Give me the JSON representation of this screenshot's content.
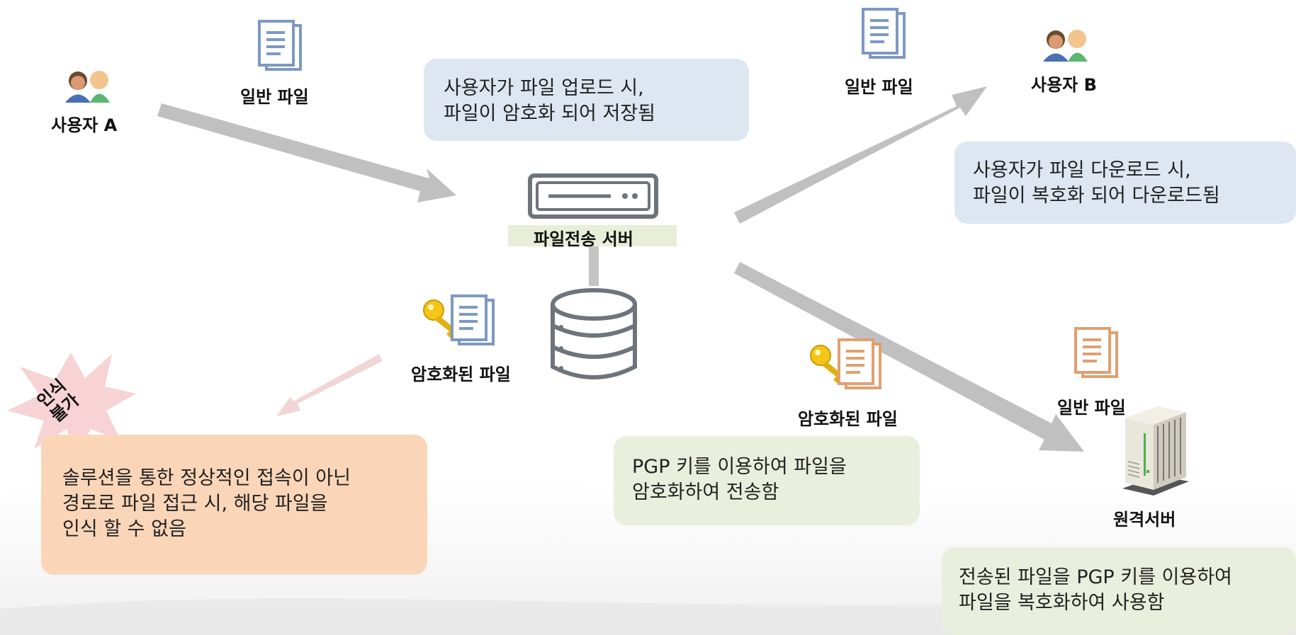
{
  "users": {
    "user_a": "사용자 A",
    "user_b": "사용자 B"
  },
  "file_labels": {
    "plain_top_left": "일반 파일",
    "plain_top_right": "일반 파일",
    "encrypted_center": "암호화된 파일",
    "encrypted_right": "암호화된 파일",
    "plain_remote": "일반 파일"
  },
  "server": {
    "transfer_server": "파일전송 서버",
    "remote_server": "원격서버"
  },
  "starburst": {
    "line1": "인식",
    "line2": "불가"
  },
  "notes": {
    "upload": [
      "사용자가 파일 업로드 시,",
      "파일이 암호화 되어 저장됨"
    ],
    "download": [
      "사용자가 파일 다운로드 시,",
      "파일이 복호화 되어 다운로드됨"
    ],
    "unauthorized": [
      "솔루션을 통한 정상적인 접속이 아닌",
      "경로로 파일 접근 시, 해당 파일을",
      "인식 할 수 없음"
    ],
    "pgp_send": [
      "PGP 키를 이용하여 파일을",
      "암호화하여 전송함"
    ],
    "pgp_receive": [
      "전송된 파일을 PGP 키를 이용하여",
      "파일을 복호화하여 사용함"
    ]
  },
  "icons": {
    "users": "users-icon",
    "document": "document-icon",
    "key": "key-icon",
    "server": "server-icon",
    "database": "database-icon",
    "tower_server": "tower-server-icon",
    "starburst": "starburst-badge"
  },
  "colors": {
    "blue_doc": "#7d99c2",
    "orange_doc": "#e0a070",
    "arrow": "#c0c0c0",
    "arrow_faded": "#f2d5d5",
    "note_blue": "#dde6f1",
    "note_green": "#e9efdd",
    "note_peach": "#fbd5b8",
    "star": "#f7d3d5"
  }
}
